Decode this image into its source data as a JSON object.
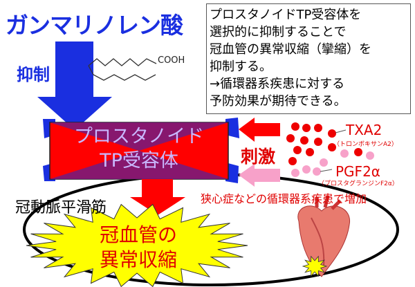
{
  "title": "ガンマリノレン酸",
  "suppress_label": "抑制",
  "molecule_label": "COOH",
  "info_lines": [
    "プロスタノイドTP受容体を",
    "選択的に抑制することで",
    "冠血管の異常収縮（攣縮）を",
    "抑制する。",
    "→循環器系疾患に対する",
    "予防効果が期待できる。"
  ],
  "receptor": {
    "line1": "プロスタノイド",
    "line2": "TP受容体"
  },
  "stimulus_label": "刺激",
  "txa2": {
    "label": "TXA2",
    "sub": "（トロンボキサンA2）"
  },
  "pgf2a": {
    "label": "PGF2α",
    "sub": "（プロスタグランジンF2α）"
  },
  "increase_label": "狭心症などの循環器系疾患で増加",
  "smooth_muscle_label": "冠動脈平滑筋",
  "spasm": {
    "line1": "冠血管の",
    "line2": "異常収縮"
  },
  "colors": {
    "blue": "#1a2fe0",
    "red": "#ff0000",
    "pink": "#f7a1c9",
    "purple": "#7a1a7a",
    "yellow": "#ffff00"
  }
}
